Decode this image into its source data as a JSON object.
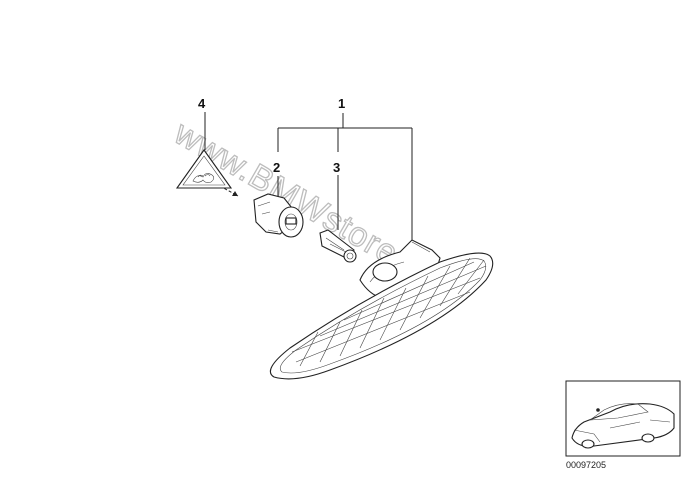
{
  "callouts": {
    "c1": "1",
    "c2": "2",
    "c3": "3",
    "c4": "4"
  },
  "watermark": "www.BMWstore.pl",
  "reference_number": "00097205",
  "icons": {
    "warning_label": "warning-triangle-icon",
    "car_thumbnail": "car-silhouette-icon"
  }
}
